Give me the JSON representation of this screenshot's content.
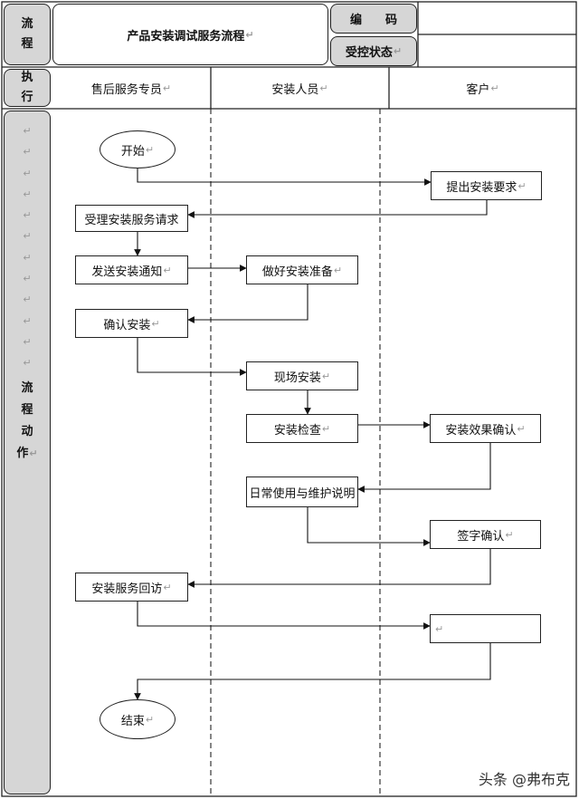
{
  "header": {
    "left_label_chars": [
      "流",
      "程"
    ],
    "title": "产品安装调试服务流程",
    "code_label": "编　　码",
    "status_label": "受控状态",
    "code_value": "",
    "status_value": ""
  },
  "lanes": {
    "exec_chars": [
      "执",
      "行"
    ],
    "lane1": "售后服务专员",
    "lane2": "安装人员",
    "lane3": "客户"
  },
  "sidebar": {
    "title_chars": [
      "流",
      "程",
      "动",
      "作"
    ]
  },
  "flow": {
    "start": "开始",
    "n1": "提出安装要求",
    "n2": "受理安装服务请求",
    "n3": "发送安装通知",
    "n4": "做好安装准备",
    "n5": "确认安装",
    "n6": "现场安装",
    "n7": "安装检查",
    "n8": "安装效果确认",
    "n9": "日常使用与维护说明",
    "n10": "签字确认",
    "n11": "安装服务回访",
    "n12": "",
    "end": "结束"
  },
  "watermark": "头条 @弗布克"
}
